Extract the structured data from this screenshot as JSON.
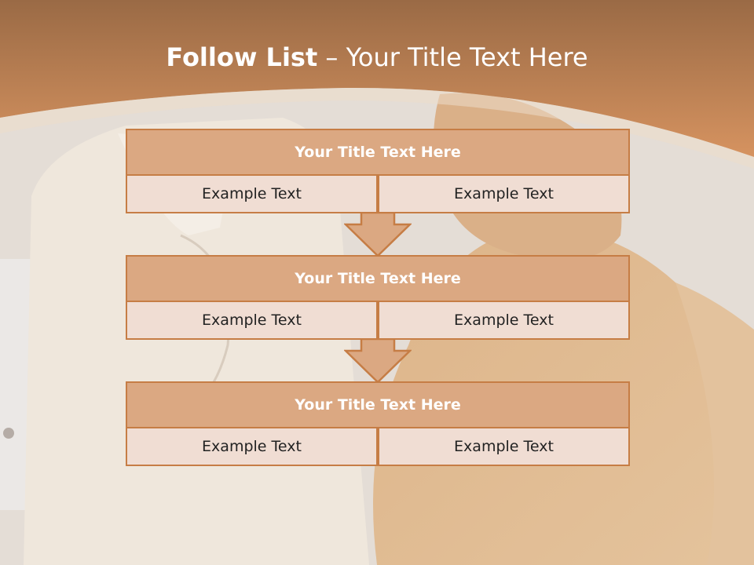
{
  "slide": {
    "title_bold": "Follow List",
    "title_dash": " – ",
    "title_rest": "Your Title Text Here"
  },
  "blocks": [
    {
      "title": "Your Title Text Here",
      "left": "Example Text",
      "right": "Example Text"
    },
    {
      "title": "Your Title Text Here",
      "left": "Example Text",
      "right": "Example Text"
    },
    {
      "title": "Your Title Text Here",
      "left": "Example Text",
      "right": "Example Text"
    }
  ],
  "colors": {
    "header_top": "#9a6a45",
    "header_bottom": "#d69360",
    "block_title_fill": "#dba882",
    "block_border": "#c67d45",
    "cell_fill": "#f0ddd3"
  }
}
